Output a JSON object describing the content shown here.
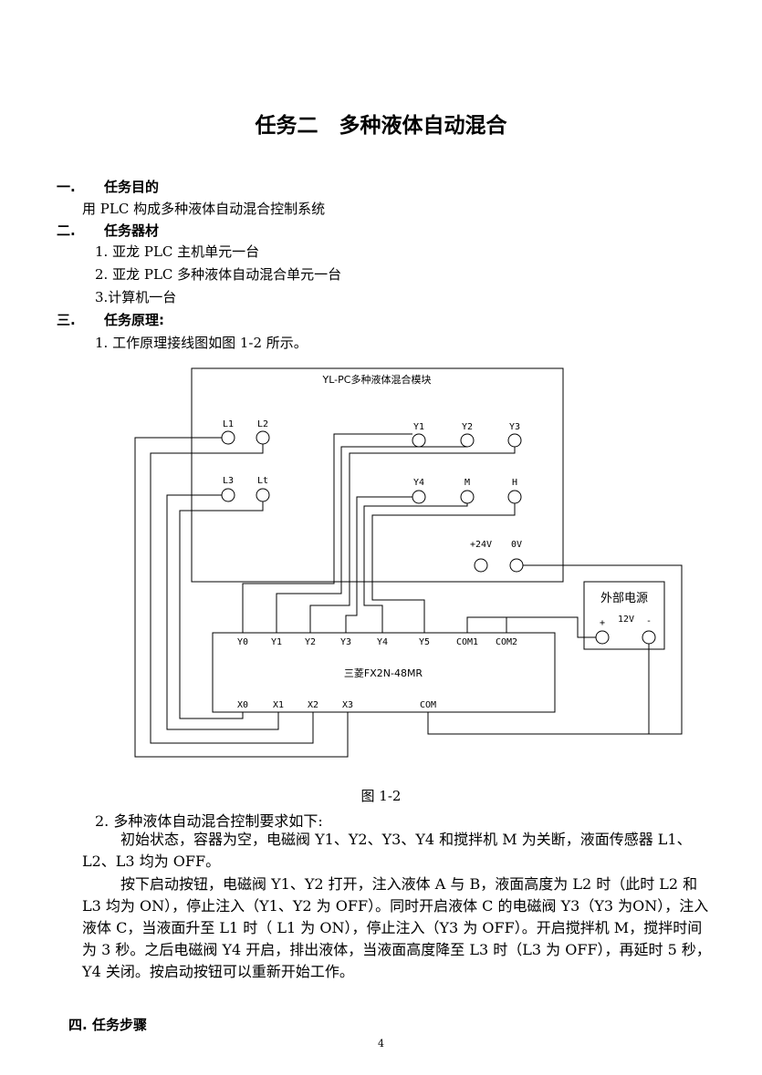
{
  "title": "任务二　多种液体自动混合",
  "sections": {
    "s1": {
      "num": "一.",
      "head": "任务目的",
      "line1": "用 PLC 构成多种液体自动混合控制系统"
    },
    "s2": {
      "num": "二.",
      "head": "任务器材",
      "items": [
        "1. 亚龙 PLC 主机单元一台",
        "2. 亚龙 PLC 多种液体自动混合单元一台",
        "3.计算机一台"
      ]
    },
    "s3": {
      "num": "三.",
      "head": "任务原理:",
      "line1": "1. 工作原理接线图如图 1-2 所示。"
    },
    "s4": {
      "num": "四.",
      "head": "任务步骤"
    }
  },
  "diagram": {
    "module_title": "YL-PC多种液体混合模块",
    "module_terminals": [
      "L1",
      "L2",
      "L3",
      "Lt",
      "Y1",
      "Y2",
      "Y3",
      "Y4",
      "M",
      "H",
      "+24V",
      "0V"
    ],
    "power_title": "外部电源",
    "power_labels": [
      "+",
      "12V",
      "-"
    ],
    "plc_title": "三菱FX2N-48MR",
    "plc_outputs": [
      "Y0",
      "Y1",
      "Y2",
      "Y3",
      "Y4",
      "Y5",
      "COM1",
      "COM2"
    ],
    "plc_inputs": [
      "X0",
      "X1",
      "X2",
      "X3",
      "COM"
    ]
  },
  "figure_caption": "图 1-2",
  "requirements": {
    "heading": "2. 多种液体自动混合控制要求如下:",
    "p1": "初始状态，容器为空，电磁阀 Y1、Y2、Y3、Y4 和搅拌机 M 为关断，液面传感器 L1、L2、L3 均为 OFF。",
    "p2": "按下启动按钮，电磁阀 Y1、Y2 打开，注入液体 A 与 B，液面高度为 L2 时（此时 L2 和 L3 均为 ON），停止注入（Y1、Y2 为 OFF）。同时开启液体 C 的电磁阀 Y3（Y3 为ON），注入液体 C，当液面升至 L1 时（ L1 为 ON），停止注入（Y3 为 OFF）。开启搅拌机 M，搅拌时间为 3 秒。之后电磁阀 Y4 开启，排出液体，当液面高度降至 L3 时（L3 为 OFF），再延时 5 秒，Y4 关闭。按启动按钮可以重新开始工作。"
  },
  "page_number": "4"
}
